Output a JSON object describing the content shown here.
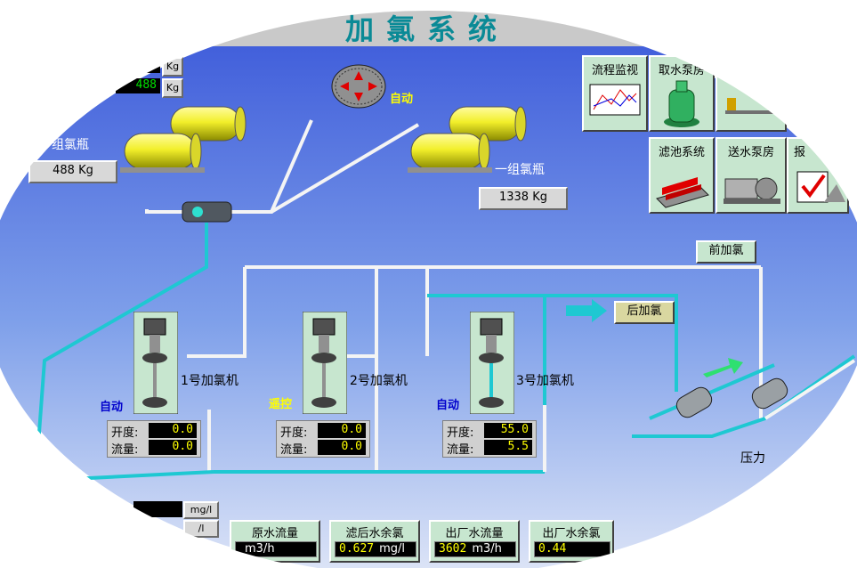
{
  "title": "加氯系统",
  "status": {
    "auto": "自动",
    "remote": "遥控"
  },
  "cylinders": {
    "group2": {
      "label": "组氯瓶",
      "weight": "488",
      "unit": "Kg"
    },
    "group1": {
      "label": "一组氯瓶",
      "weight": "1338",
      "unit": "Kg"
    },
    "topleft": {
      "weight1": "488",
      "unit": "Kg"
    }
  },
  "fan_status": "自动",
  "nav": [
    {
      "label": "流程监视",
      "icon": "monitor-icon"
    },
    {
      "label": "取水泵房",
      "icon": "pump-icon"
    },
    {
      "label": "",
      "icon": "machine-icon"
    },
    {
      "label": "滤池系统",
      "icon": "filter-icon"
    },
    {
      "label": "送水泵房",
      "icon": "pump-motor-icon"
    },
    {
      "label": "报",
      "icon": "report-icon"
    }
  ],
  "buttons": {
    "pre_chlorination": "前加氯",
    "post_chlorination": "后加氯"
  },
  "chlorinators": [
    {
      "name": "1号加氯机",
      "mode": "自动",
      "opening_label": "开度:",
      "opening": "0.0",
      "flow_label": "流量:",
      "flow": "0.0"
    },
    {
      "name": "2号加氯机",
      "mode": "遥控",
      "opening_label": "开度:",
      "opening": "0.0",
      "flow_label": "流量:",
      "flow": "0.0"
    },
    {
      "name": "3号加氯机",
      "mode": "自动",
      "opening_label": "开度:",
      "opening": "55.0",
      "flow_label": "流量:",
      "flow": "5.5"
    }
  ],
  "pressure_label": "压力",
  "left_reading": {
    "unit1": "mg/l",
    "unit2": "/l"
  },
  "bottom_panels": [
    {
      "label": "原水流量",
      "value": "",
      "unit": "m3/h"
    },
    {
      "label": "滤后水余氯",
      "value": "0.627",
      "unit": "mg/l"
    },
    {
      "label": "出厂水流量",
      "value": "3602",
      "unit": "m3/h"
    },
    {
      "label": "出厂水余氯",
      "value": "0.44",
      "unit": ""
    }
  ],
  "colors": {
    "pipe_cyan": "#1ec8d2",
    "pipe_white": "#f4f4f4",
    "panel_green": "#c7e6cf",
    "cylinder_yellow": "#f2ef3a"
  }
}
